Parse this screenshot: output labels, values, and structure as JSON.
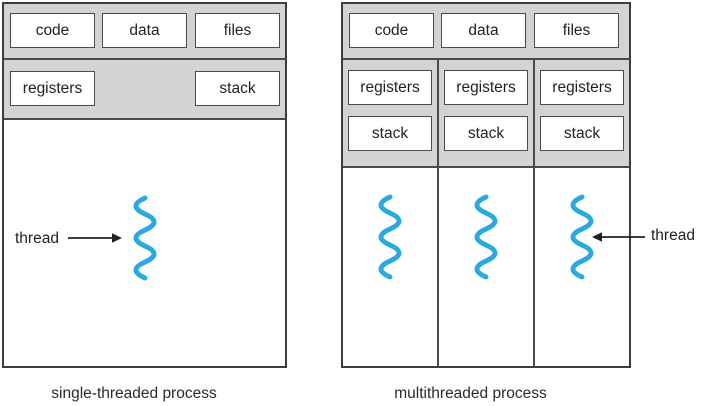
{
  "colors": {
    "thread": "#29abe2",
    "panel_gray": "#d2d3d4",
    "border_dark": "#4a4a4c"
  },
  "left_panel": {
    "resource_boxes": [
      "code",
      "data",
      "files"
    ],
    "registers_label": "registers",
    "stack_label": "stack",
    "thread_label": "thread",
    "caption": "single-threaded process"
  },
  "right_panel": {
    "resource_boxes": [
      "code",
      "data",
      "files"
    ],
    "columns": [
      {
        "registers_label": "registers",
        "stack_label": "stack"
      },
      {
        "registers_label": "registers",
        "stack_label": "stack"
      },
      {
        "registers_label": "registers",
        "stack_label": "stack"
      }
    ],
    "thread_label": "thread",
    "caption": "multithreaded process"
  }
}
